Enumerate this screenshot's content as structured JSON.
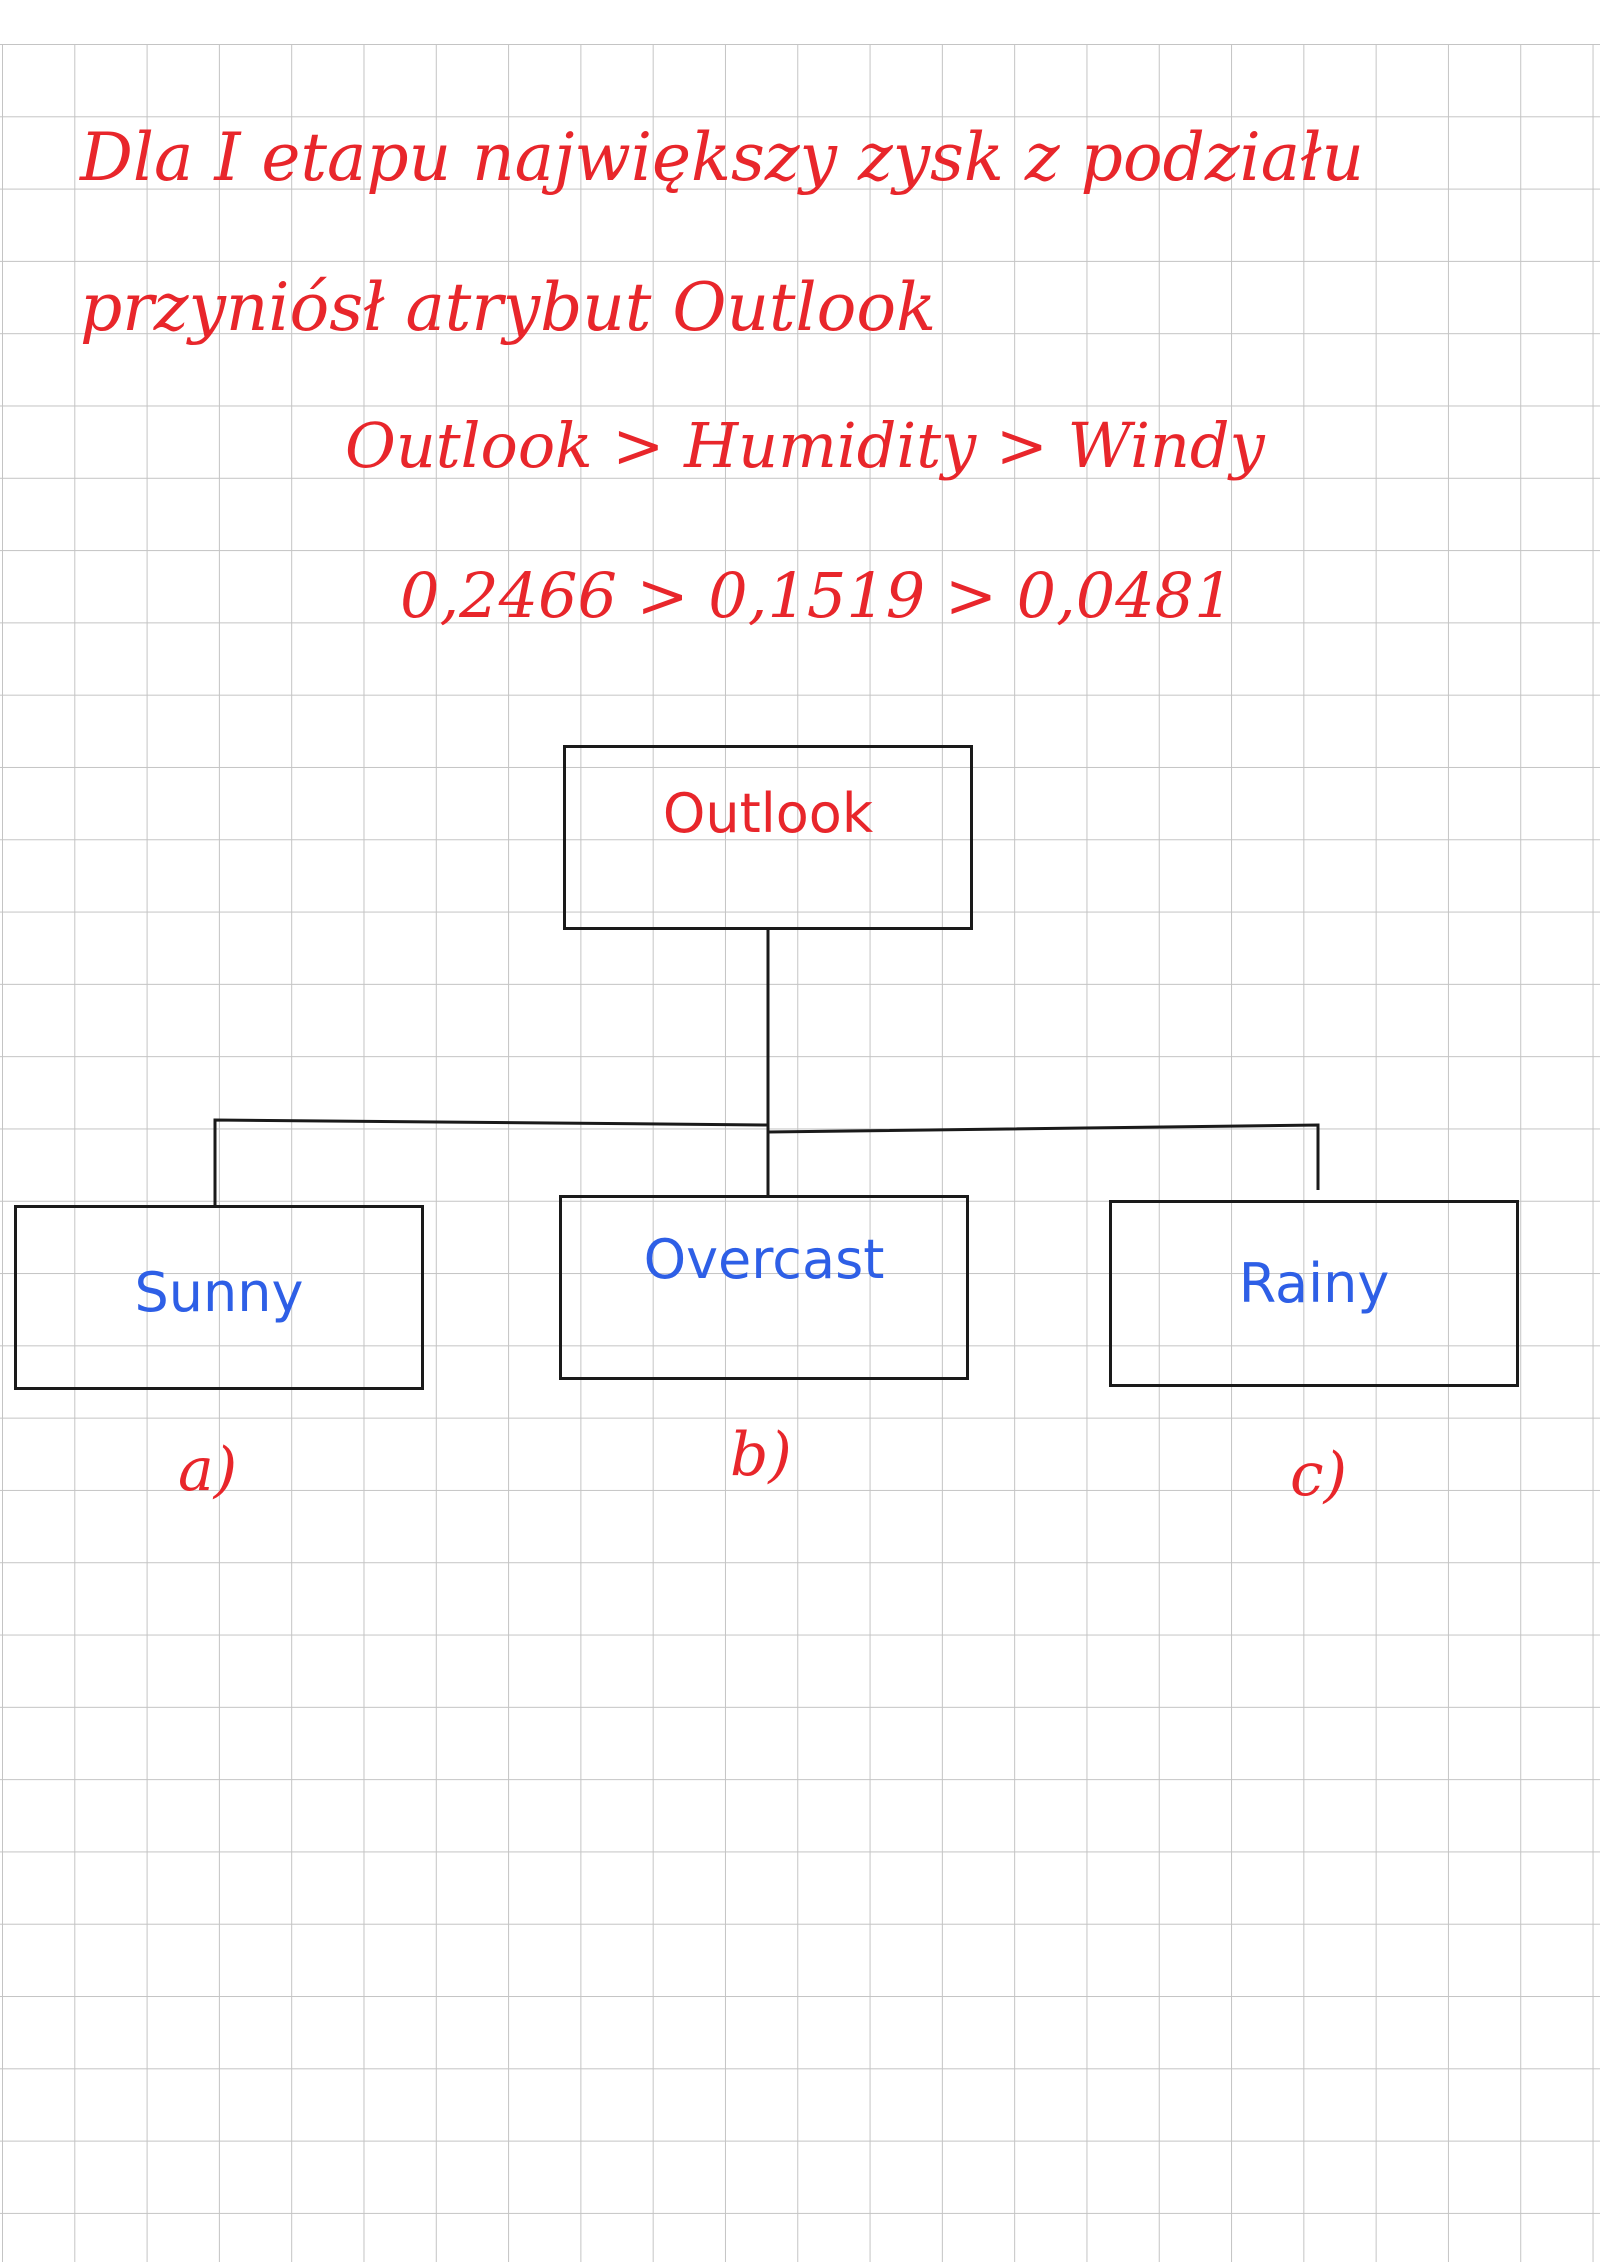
{
  "notes": {
    "line_1": "Dla I etapu największy zysk z podziału",
    "line_2": "przyniósł atrybut Outlook",
    "line_3": "Outlook > Humidity > Windy",
    "line_4": "0,2466 > 0,1519 > 0,0481"
  },
  "tree": {
    "root": "Outlook",
    "children": [
      {
        "label": "Sunny",
        "marker": "a)"
      },
      {
        "label": "Overcast",
        "marker": "b)"
      },
      {
        "label": "Rainy",
        "marker": "c)"
      }
    ]
  },
  "colors": {
    "handwriting": "#e8262b",
    "root_text": "#e8262b",
    "child_text": "#2e5fe6",
    "box_border": "#1a1a1a",
    "grid": "#c4c4c4"
  }
}
